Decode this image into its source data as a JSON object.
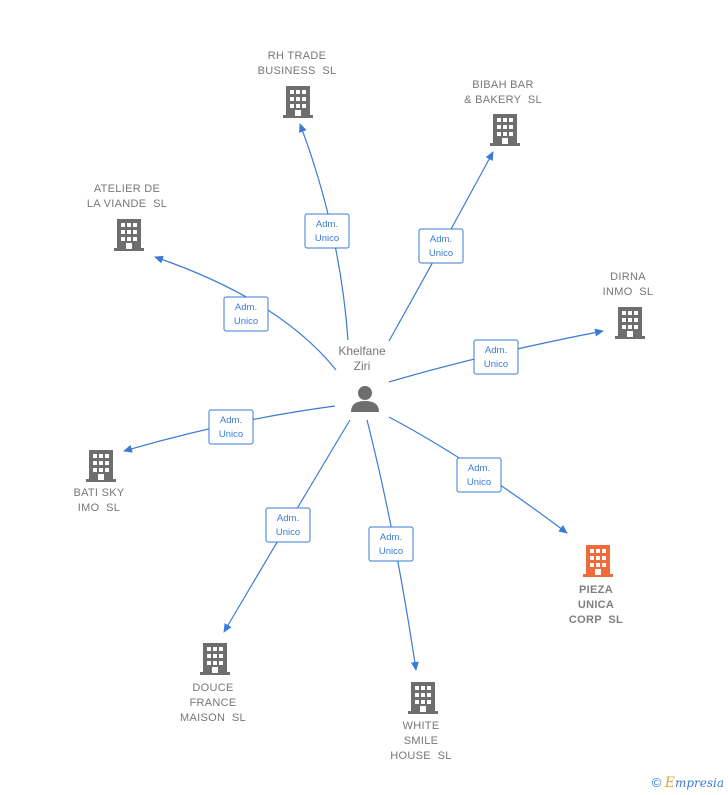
{
  "center": {
    "label_lines": [
      "Khelfane",
      "Ziri"
    ],
    "icon": "person-icon"
  },
  "edge_label_lines": [
    "Adm.",
    "Unico"
  ],
  "colors": {
    "edge": "#3a7bd5",
    "building": "#6e6e6e",
    "highlight": "#f06a3a"
  },
  "companies": [
    {
      "id": "rh-trade",
      "label_lines": [
        "RH TRADE",
        "BUSINESS  SL"
      ],
      "highlight": false
    },
    {
      "id": "bibah",
      "label_lines": [
        "BIBAH BAR",
        "& BAKERY  SL"
      ],
      "highlight": false
    },
    {
      "id": "atelier",
      "label_lines": [
        "ATELIER DE",
        "LA VIANDE  SL"
      ],
      "highlight": false
    },
    {
      "id": "dirna",
      "label_lines": [
        "DIRNA",
        "INMO  SL"
      ],
      "highlight": false
    },
    {
      "id": "bati-sky",
      "label_lines": [
        "BATI SKY",
        "IMO  SL"
      ],
      "highlight": false
    },
    {
      "id": "pieza",
      "label_lines": [
        "PIEZA",
        "UNICA",
        "CORP  SL"
      ],
      "highlight": true
    },
    {
      "id": "douce",
      "label_lines": [
        "DOUCE",
        "FRANCE",
        "MAISON  SL"
      ],
      "highlight": false
    },
    {
      "id": "white",
      "label_lines": [
        "WHITE",
        "SMILE",
        "HOUSE  SL"
      ],
      "highlight": false
    }
  ],
  "footer": {
    "copyright": "©",
    "brand_initial": "E",
    "brand_rest": "mpresia"
  }
}
